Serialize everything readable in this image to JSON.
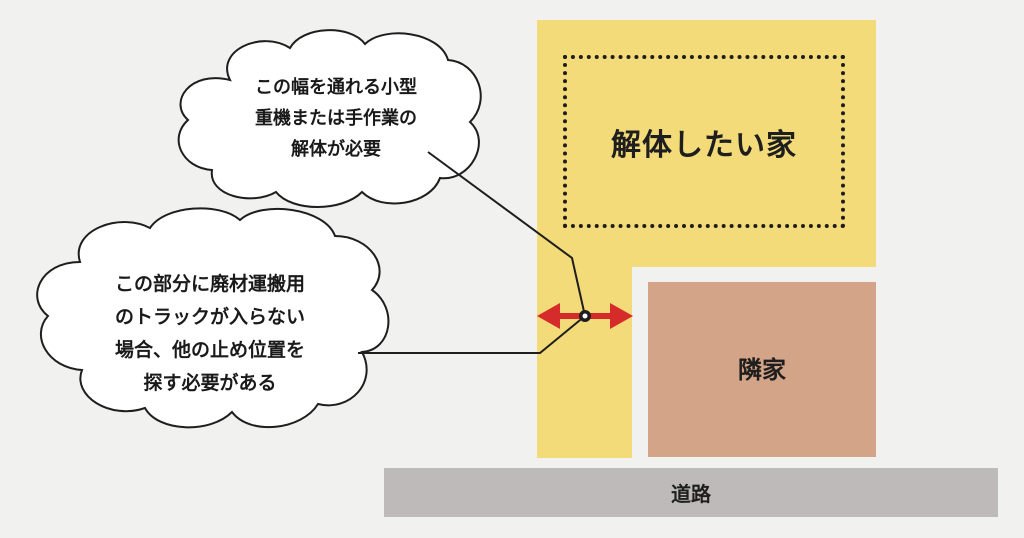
{
  "colors": {
    "background": "#f1f1ef",
    "lot": "#f2db78",
    "neighbor": "#d3a487",
    "road": "#bfbaba",
    "arrow": "#d52b2b",
    "outline": "#1e1e1e"
  },
  "house": {
    "label": "解体したい家"
  },
  "neighbor": {
    "label": "隣家"
  },
  "road": {
    "label": "道路"
  },
  "callouts": [
    {
      "lines": [
        "この幅を通れる小型",
        "重機または手作業の",
        "解体が必要"
      ]
    },
    {
      "lines": [
        "この部分に廃材運搬用",
        "のトラックが入らない",
        "場合、他の止め位置を",
        "探す必要がある"
      ]
    }
  ],
  "icons": {
    "width_arrow": "double-headed-arrow-icon"
  }
}
